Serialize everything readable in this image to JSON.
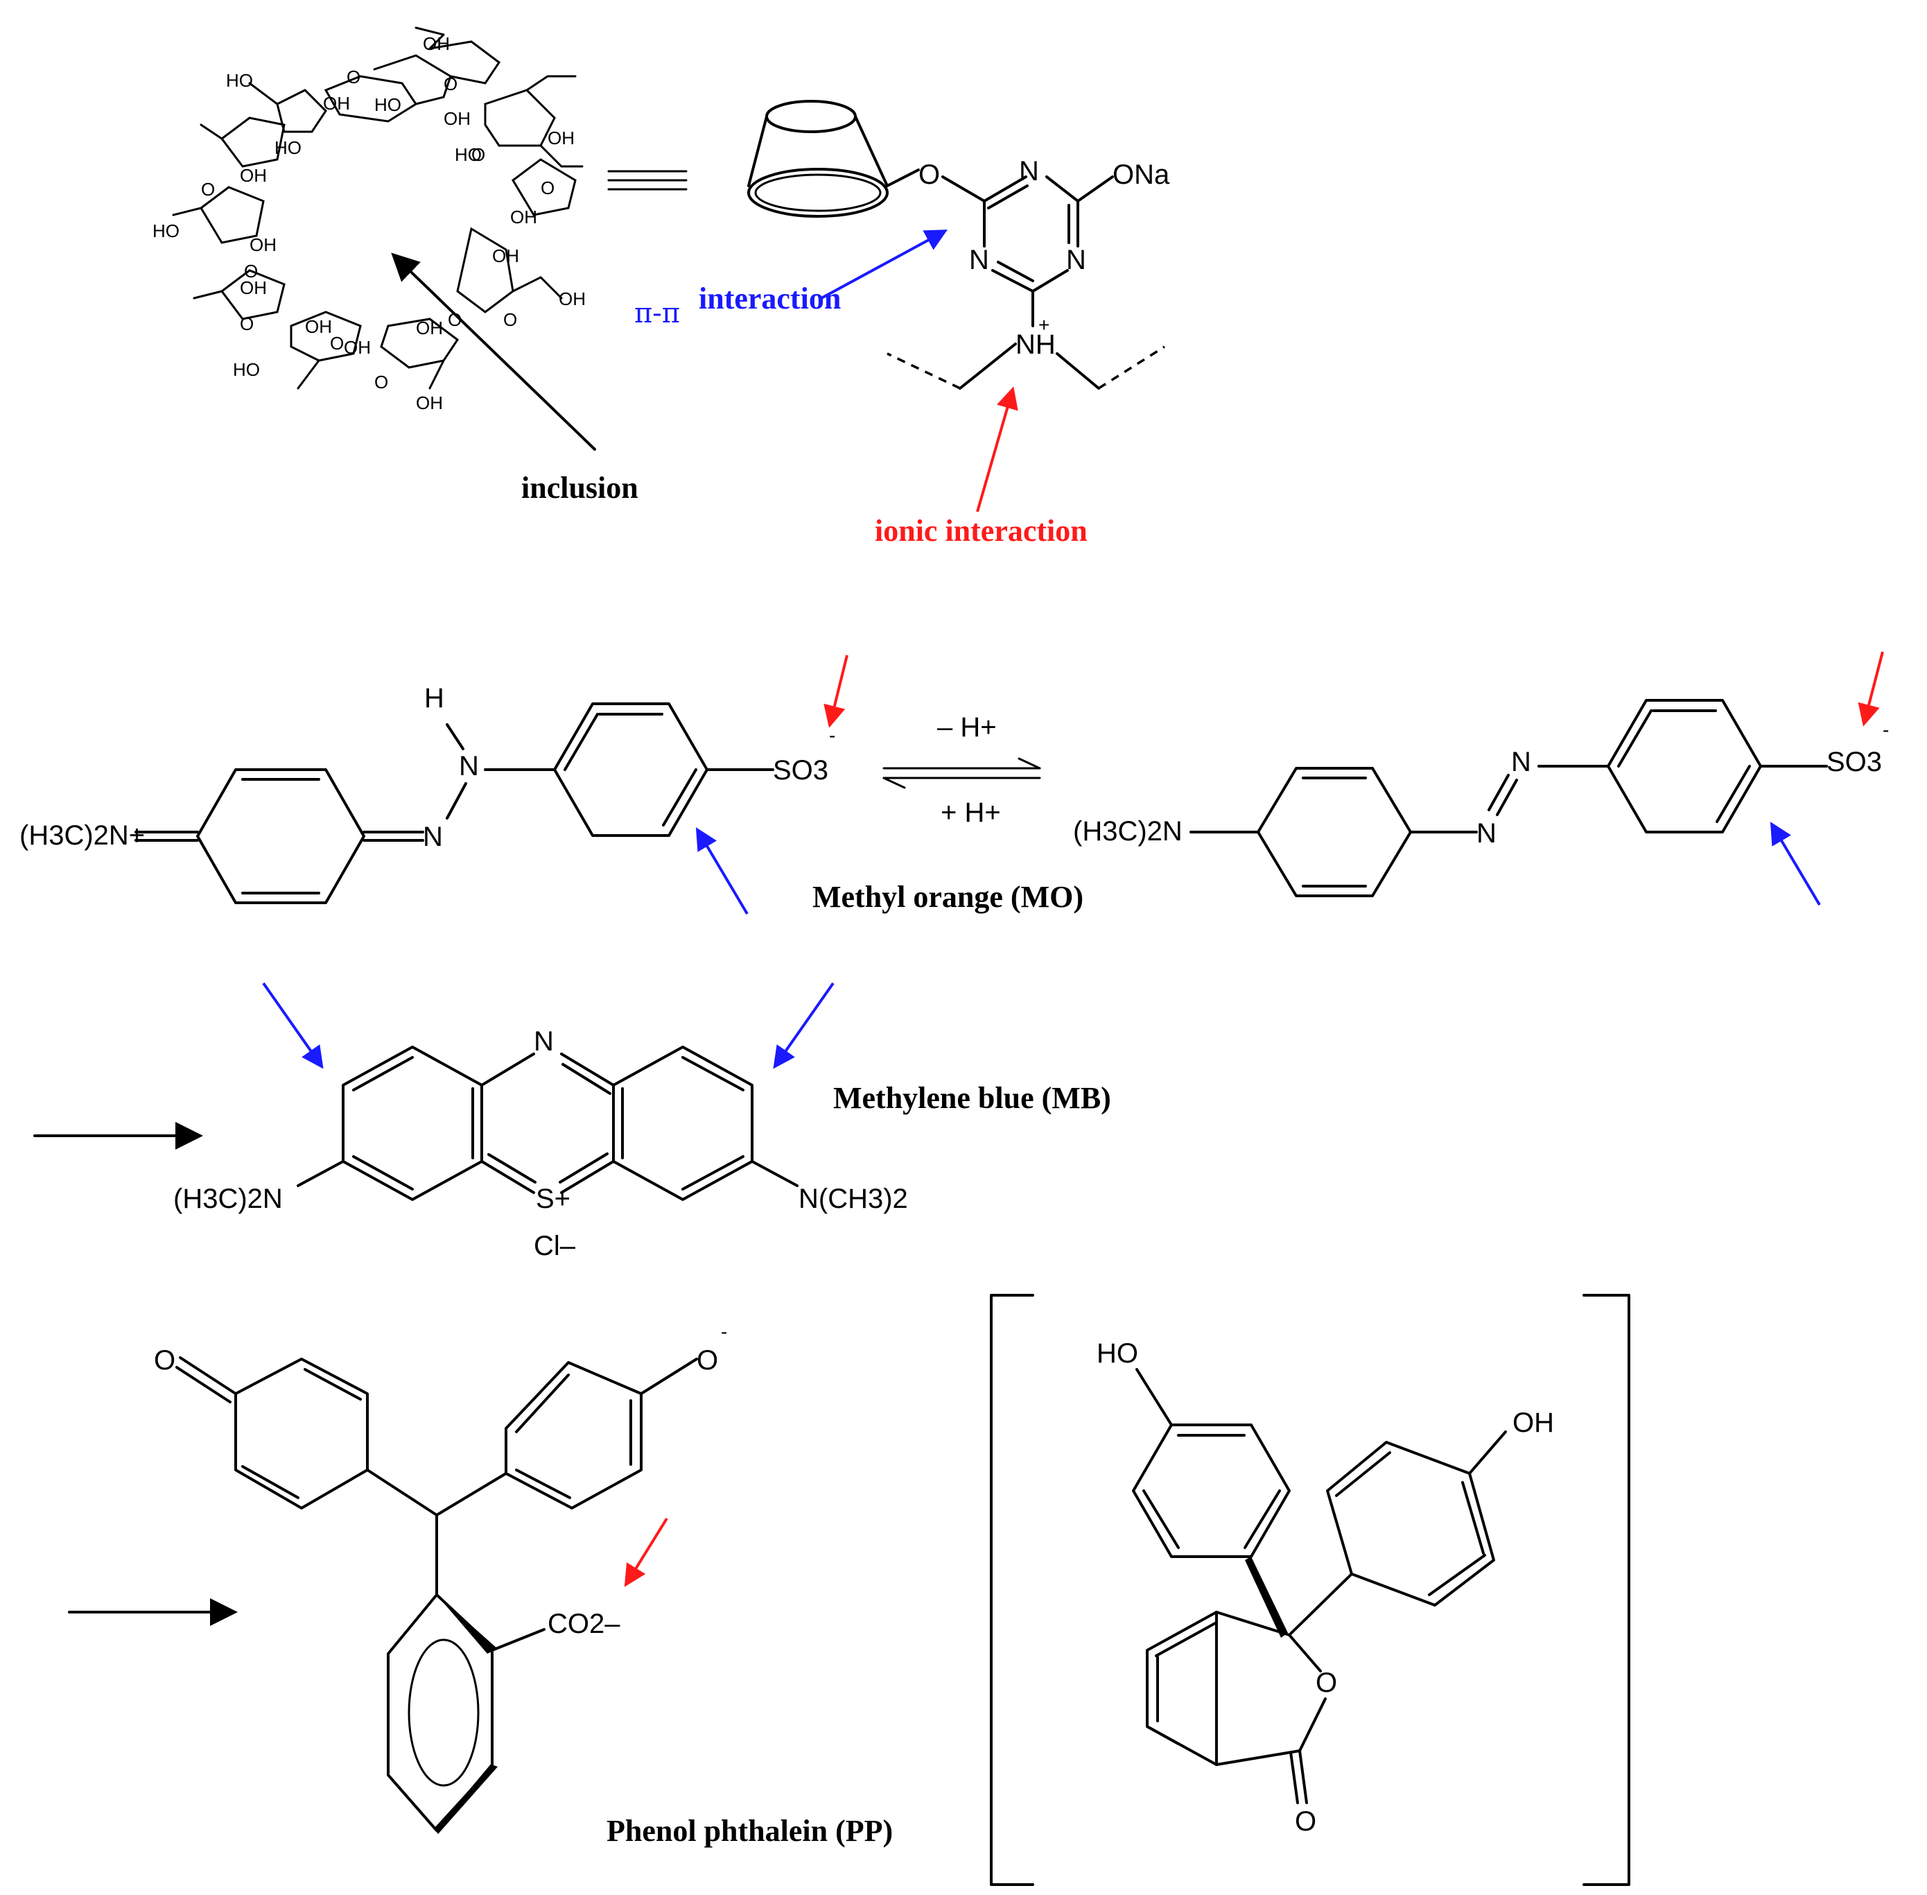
{
  "colors": {
    "blue": "#1a1aff",
    "red": "#ff1a1a",
    "black": "#000000"
  },
  "labels": {
    "inclusion": "inclusion",
    "pi_symbol": "π-π",
    "interaction": "interaction",
    "ionic": "ionic interaction",
    "mo": "Methyl orange (MO)",
    "mb": "Methylene blue (MB)",
    "pp": "Phenol phthalein (PP)",
    "minus_h": "– H+",
    "plus_h": "+ H+"
  },
  "atoms": {
    "ho": "HO",
    "oh": "OH",
    "o": "O",
    "n": "N",
    "ona": "ONa",
    "nh": "NH",
    "plus": "+",
    "minus": "-",
    "h": "H",
    "so3": "SO3",
    "h3c2n_plus": "(H3C)2N+",
    "h3c2n": "(H3C)2N",
    "n_ch3_2": "N(CH3)2",
    "s_plus": "S+",
    "cl_minus": "Cl–",
    "co2_minus": "CO2–"
  }
}
